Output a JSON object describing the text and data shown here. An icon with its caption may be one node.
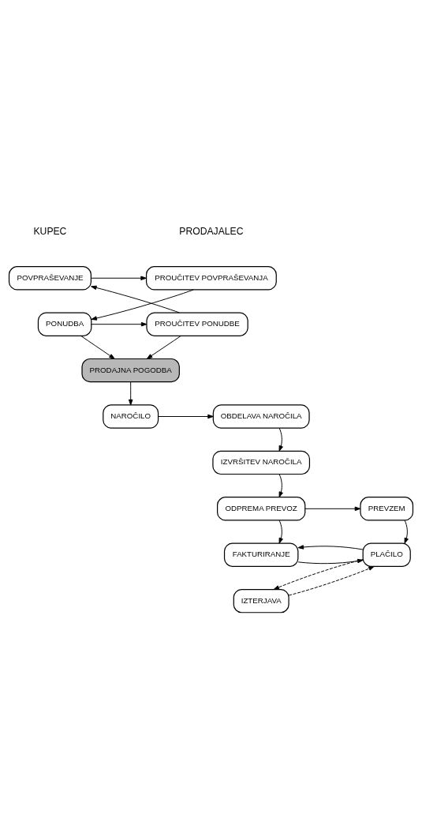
{
  "diagram": {
    "nodes": [
      {
        "text": [
          "PROUČITEV POVPRAŠEVANJA"
        ]
      },
      {
        "text": [
          "POVPRAŠEVANJE"
        ]
      },
      {
        "text": [
          "PONUDBA"
        ]
      },
      {
        "text": [
          "PROUČITEV PONUDBE"
        ]
      },
      {
        "text": [
          "PRODAJNA POGODBA"
        ]
      },
      {
        "text": [
          "OBDELAVA NAROČILA"
        ]
      },
      {
        "text": [
          "NAROČILO"
        ]
      },
      {
        "text": [
          "IZVRŠITEV NAROČILA"
        ]
      },
      {
        "text": [
          "ODPREMA PREVOZ"
        ]
      },
      {
        "text": [
          "PREVZEM"
        ]
      },
      {
        "text": [
          "FAKTURIRANJE"
        ]
      },
      {
        "text": [
          "PLAČILO"
        ]
      },
      {
        "text": [
          "IZTERJAVA"
        ]
      }
    ],
    "edges": [
      {
        "from": 1,
        "to": 0,
        "arrow": "to"
      },
      {
        "from": 0,
        "to": 2,
        "arrow": "to"
      },
      {
        "from": 2,
        "to": 3,
        "arrow": "to"
      },
      {
        "from": 3,
        "to": 1,
        "arrow": "to"
      },
      {
        "from": 2,
        "to": 4,
        "arrow": "to"
      },
      {
        "from": 3,
        "to": 4,
        "arrow": "to"
      },
      {
        "from": 4,
        "to": 6,
        "arrow": "to"
      },
      {
        "from": 6,
        "to": 5,
        "arrow": "to"
      },
      {
        "from": 5,
        "to": 7,
        "arrow": "to"
      },
      {
        "from": 7,
        "to": 8,
        "arrow": "to"
      },
      {
        "from": 8,
        "to": 9,
        "arrow": "to"
      },
      {
        "from": 8,
        "to": 10,
        "arrow": "to"
      },
      {
        "from": 9,
        "to": 11,
        "arrow": "to"
      },
      {
        "from": 10,
        "to": 11,
        "arrow": "to"
      },
      {
        "from": 11,
        "to": 10,
        "arrow": "to"
      },
      {
        "from": 12,
        "to": 11,
        "arrow": "to",
        "style": "dashed"
      },
      {
        "from": 11,
        "to": 12,
        "arrow": "to",
        "style": "dashed"
      }
    ],
    "labels": [
      "PRODAJALEC",
      "KUPEC"
    ]
  }
}
